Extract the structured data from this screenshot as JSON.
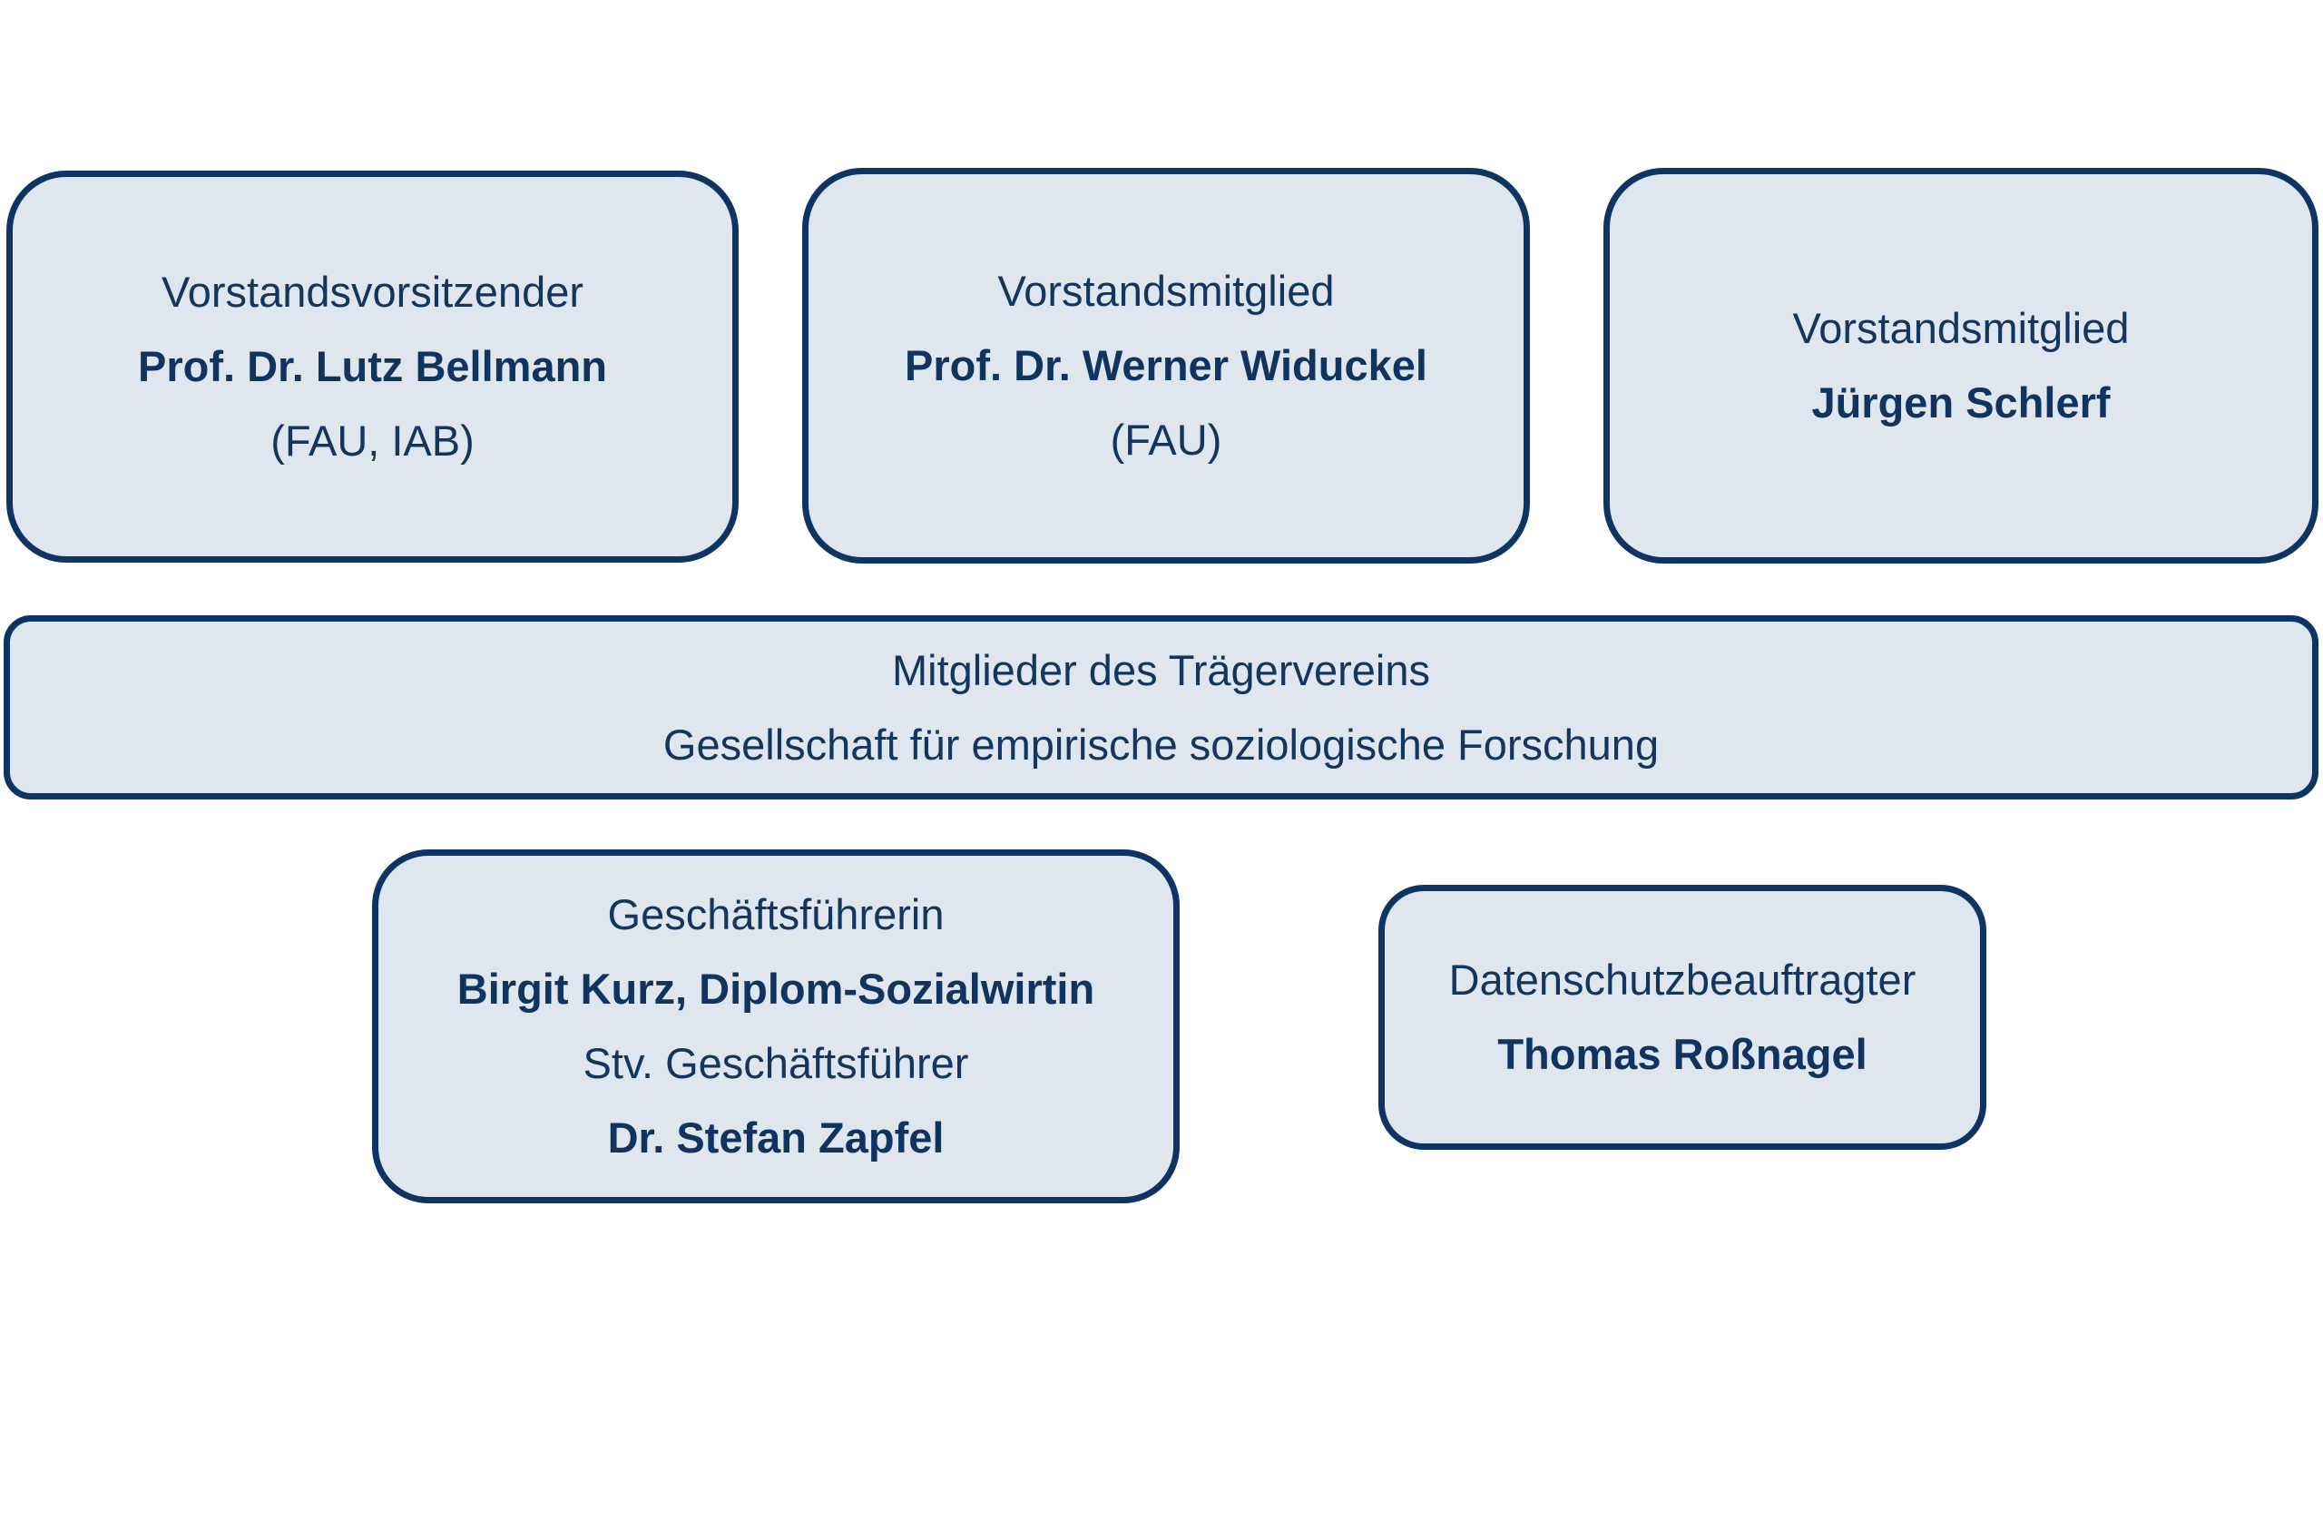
{
  "board": {
    "chair": {
      "role": "Vorstandsvorsitzender",
      "name": "Prof. Dr. Lutz Bellmann",
      "affiliation": "(FAU, IAB)"
    },
    "member1": {
      "role": "Vorstandsmitglied",
      "name": "Prof. Dr. Werner Widuckel",
      "affiliation": "(FAU)"
    },
    "member2": {
      "role": "Vorstandsmitglied",
      "name": "Jürgen Schlerf"
    }
  },
  "association": {
    "line1": "Mitglieder des Trägervereins",
    "line2": "Gesellschaft für empirische soziologische Forschung"
  },
  "management": {
    "role": "Geschäftsführerin",
    "name": "Birgit Kurz, Diplom-Sozialwirtin",
    "deputy_role": "Stv. Geschäftsführer",
    "deputy_name": "Dr. Stefan Zapfel"
  },
  "privacy": {
    "role": "Datenschutzbeauftragter",
    "name": "Thomas Roßnagel"
  },
  "colors": {
    "border": "#0d3463",
    "fill": "#dfe6ee",
    "text": "#0f3460"
  }
}
